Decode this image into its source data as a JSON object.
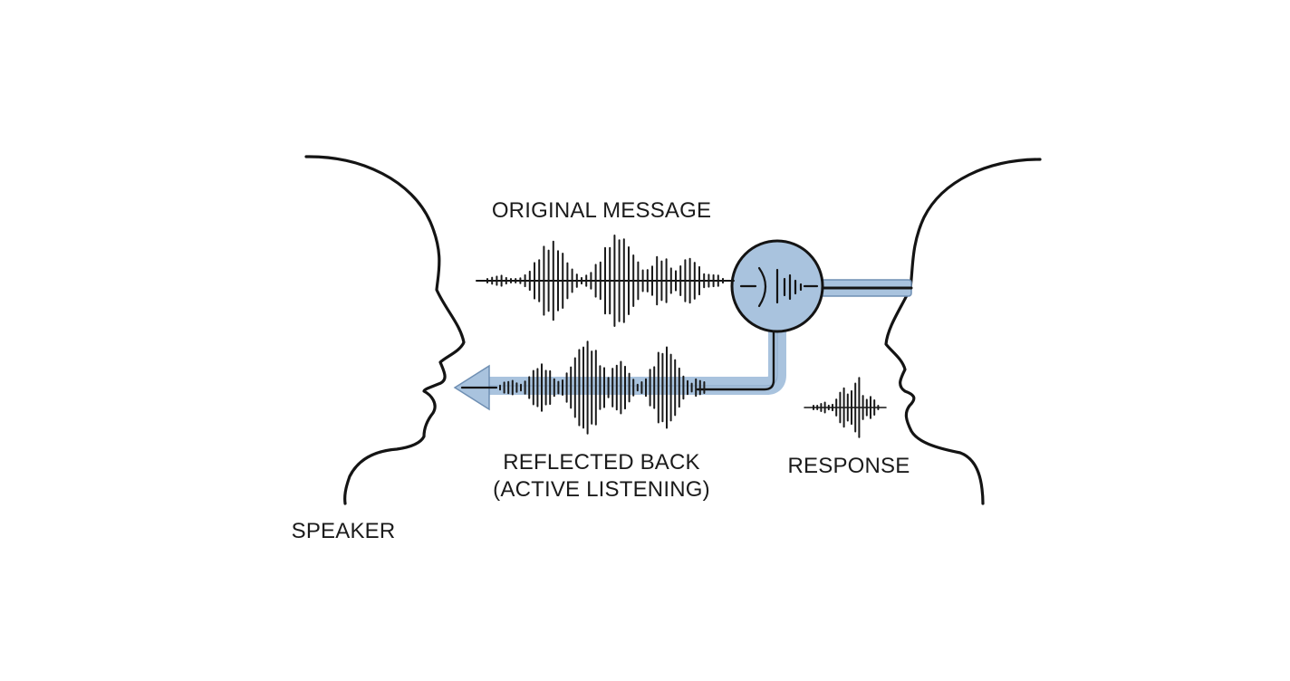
{
  "labels": {
    "original_message": "ORIGINAL MESSAGE",
    "reflected_back_line1": "REFLECTED BACK",
    "reflected_back_line2": "(ACTIVE LISTENING)",
    "response": "RESPONSE",
    "speaker": "SPEAKER"
  },
  "colors": {
    "ink": "#141414",
    "channel_fill": "#a9c3de",
    "channel_stroke": "#6f8fb3",
    "background": "#ffffff"
  },
  "icons": {
    "speaker_head": "speaker-profile-icon",
    "listener_head": "listener-profile-icon",
    "processor": "ear-processor-icon",
    "arrow": "reflection-arrow-icon"
  }
}
